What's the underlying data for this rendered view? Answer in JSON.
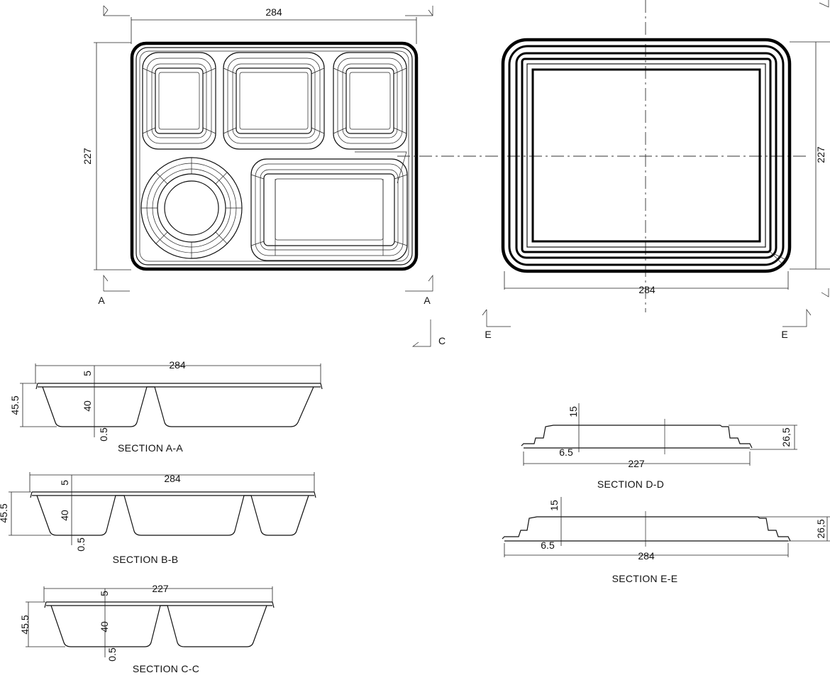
{
  "top_view": {
    "width_dim": "284",
    "height_dim": "227",
    "section_mark_left": "A",
    "section_mark_right": "A",
    "section_mark_c": "C"
  },
  "bottom_view": {
    "width_dim": "284",
    "height_dim": "227",
    "section_mark_left": "E",
    "section_mark_right": "E"
  },
  "section_aa": {
    "caption": "SECTION A-A",
    "length": "284",
    "total_depth": "45.5",
    "rim": "5",
    "cavity_depth": "40",
    "bottom": "0.5"
  },
  "section_bb": {
    "caption": "SECTION B-B",
    "length": "284",
    "total_depth": "45.5",
    "rim": "5",
    "cavity_depth": "40",
    "bottom": "0.5"
  },
  "section_cc": {
    "caption": "SECTION C-C",
    "length": "227",
    "total_depth": "45.5",
    "rim": "5",
    "cavity_depth": "40",
    "bottom": "0.5"
  },
  "section_dd": {
    "caption": "SECTION D-D",
    "length": "227",
    "height": "26,5",
    "step": "15",
    "offset": "6.5"
  },
  "section_ee": {
    "caption": "SECTION E-E",
    "length": "284",
    "height": "26,5",
    "step": "15",
    "offset": "6.5"
  }
}
